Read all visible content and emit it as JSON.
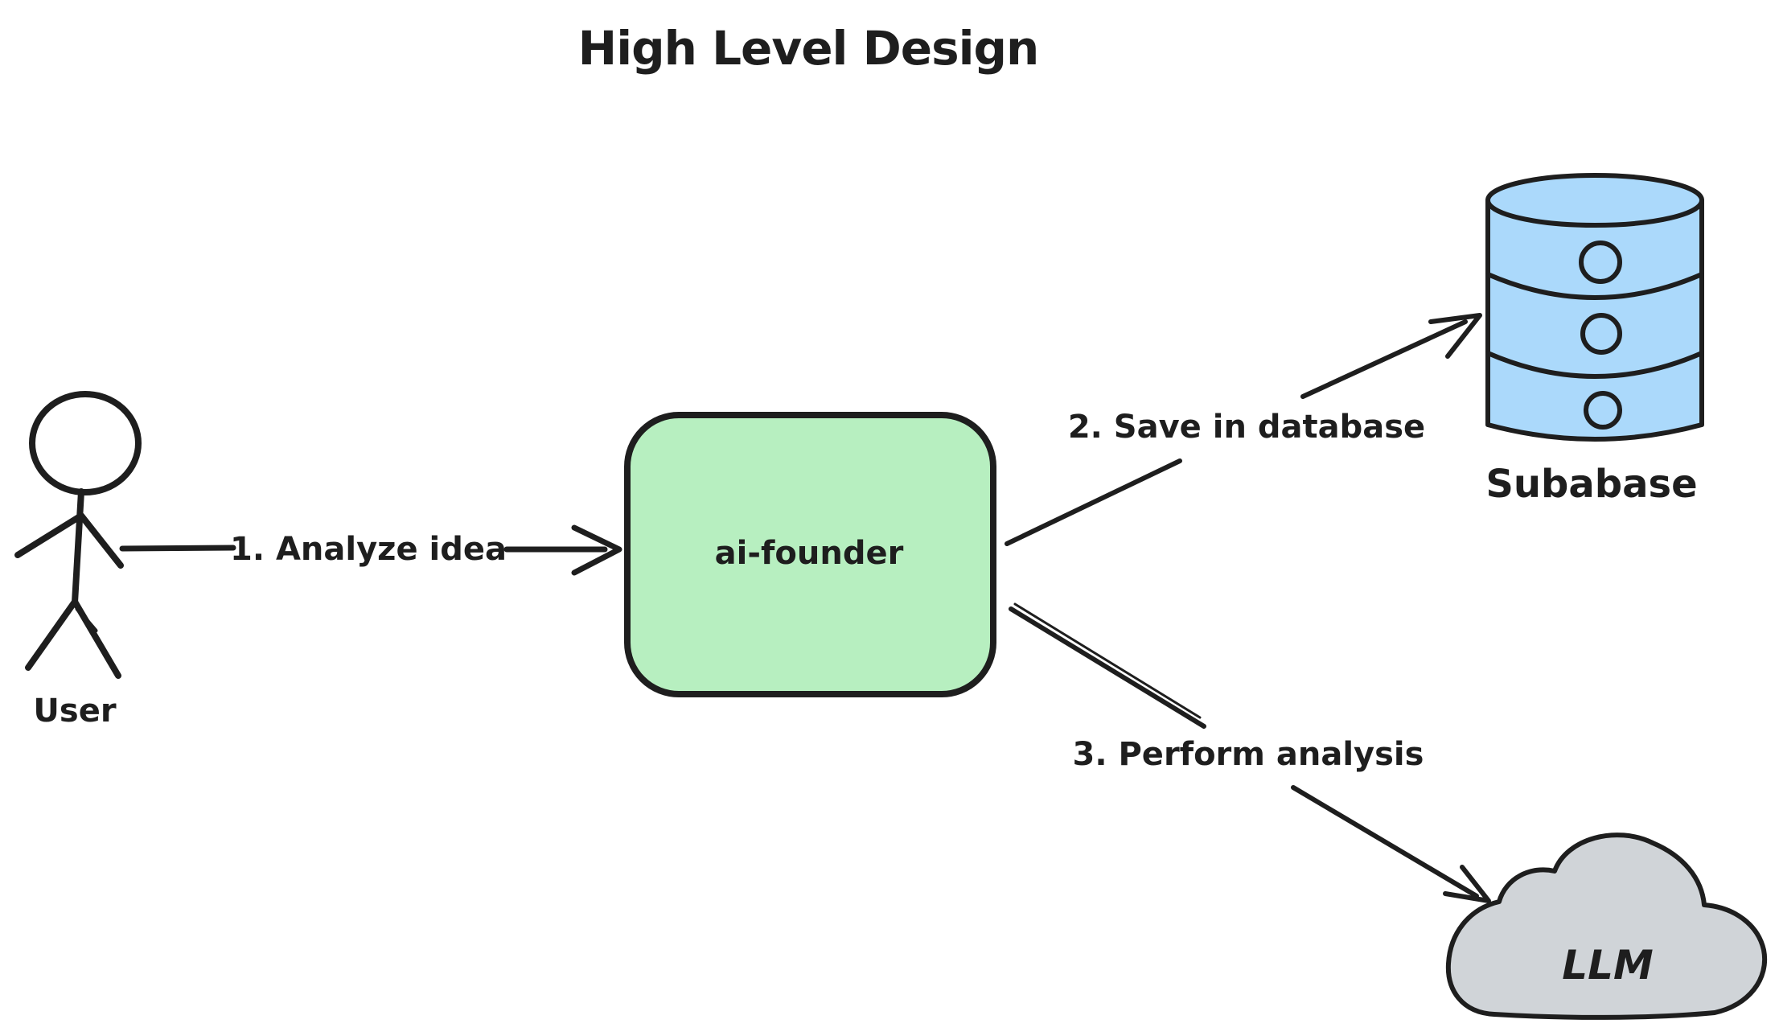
{
  "title": "High Level Design",
  "colors": {
    "stroke": "#1e1e1e",
    "process_fill": "#b7efc0",
    "database_fill": "#abd9fb",
    "cloud_fill": "#d0d4d8",
    "background": "#ffffff"
  },
  "nodes": {
    "user": {
      "label": "User",
      "shape": "stick-figure"
    },
    "ai_founder": {
      "label": "ai-founder",
      "shape": "rounded-rectangle"
    },
    "database": {
      "label": "Subabase",
      "shape": "cylinder"
    },
    "llm": {
      "label": "LLM",
      "shape": "cloud"
    }
  },
  "edges": [
    {
      "label": "1. Analyze idea",
      "from": "User",
      "to": "ai-founder"
    },
    {
      "label": "2. Save in database",
      "from": "ai-founder",
      "to": "Subabase"
    },
    {
      "label": "3. Perform analysis",
      "from": "ai-founder",
      "to": "LLM"
    }
  ]
}
